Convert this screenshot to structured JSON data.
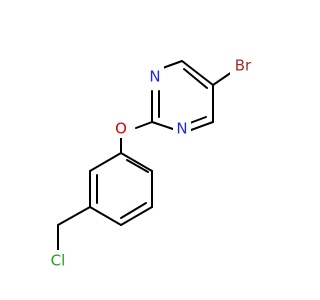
{
  "molecule": {
    "atoms": {
      "br": {
        "label": "Br",
        "color": "#a52a2a"
      },
      "n_top": {
        "label": "N",
        "color": "#2828d2"
      },
      "n_right": {
        "label": "N",
        "color": "#2828d2"
      },
      "o": {
        "label": "O",
        "color": "#e00000"
      },
      "cl": {
        "label": "Cl",
        "color": "#22a022"
      }
    },
    "bond_color": "#000000"
  }
}
